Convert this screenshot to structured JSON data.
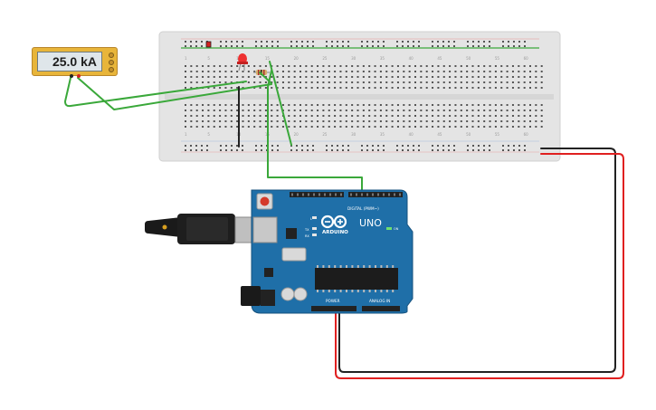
{
  "multimeter": {
    "reading": "25.0 kA"
  },
  "arduino": {
    "logo_text": "ARDUINO",
    "model": "UNO",
    "digital_label": "DIGITAL (PWM~)",
    "power_label": "POWER",
    "analog_label": "ANALOG IN",
    "led_labels": [
      "L",
      "TX",
      "RX"
    ],
    "on_label": "ON"
  },
  "breadboard": {
    "column_numbers": [
      "1",
      "5",
      "10",
      "15",
      "20",
      "25",
      "30",
      "35",
      "40",
      "45",
      "50",
      "55",
      "60"
    ]
  },
  "colors": {
    "wire_green": "#3aa83a",
    "wire_red": "#e02020",
    "wire_black": "#222222",
    "board_blue": "#1f6fa8",
    "breadboard_gray": "#e4e4e4",
    "meter_orange": "#e8b53a"
  }
}
